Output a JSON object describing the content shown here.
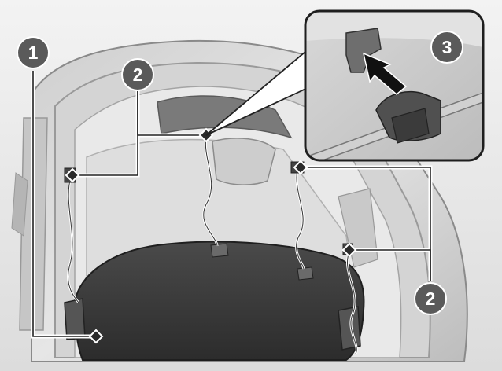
{
  "illustration": {
    "subject": "trunk-lid-cargo-cover-with-strings",
    "callouts": [
      {
        "id": "callout-1",
        "number": "1"
      },
      {
        "id": "callout-2-top",
        "number": "2"
      },
      {
        "id": "callout-2-bottom",
        "number": "2"
      },
      {
        "id": "callout-3",
        "number": "3"
      }
    ],
    "colors": {
      "background": "#ececec",
      "callout_fill": "#5a5a5a",
      "cover": "#3c3c3c",
      "leader_line": "#ffffff"
    }
  }
}
